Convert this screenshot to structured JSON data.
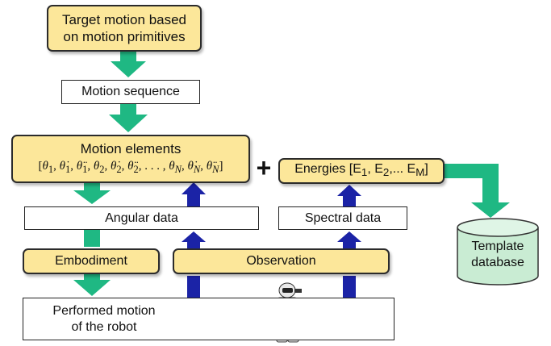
{
  "colors": {
    "box_fill": "#fce79a",
    "box_border": "#2b2b2b",
    "green_arrow": "#1fb883",
    "blue_arrow": "#1b23a6",
    "database_fill": "#c9ecd3"
  },
  "target_motion": {
    "line1": "Target motion based",
    "line2": "on motion primitives"
  },
  "motion_sequence": "Motion sequence",
  "motion_elements": {
    "title": "Motion elements"
  },
  "plus": "+",
  "energies": {
    "prefix": "Energies [E",
    "sub1": "1",
    "mid1": ", E",
    "sub2": "2",
    "mid2": ",... E",
    "subM": "M",
    "suffix": "]"
  },
  "angular_data": "Angular data",
  "spectral_data": "Spectral data",
  "embodiment": "Embodiment",
  "observation": "Observation",
  "performed_motion": {
    "line1": "Performed motion",
    "line2": "of the robot"
  },
  "template_database": {
    "line1": "Template",
    "line2": "database"
  }
}
